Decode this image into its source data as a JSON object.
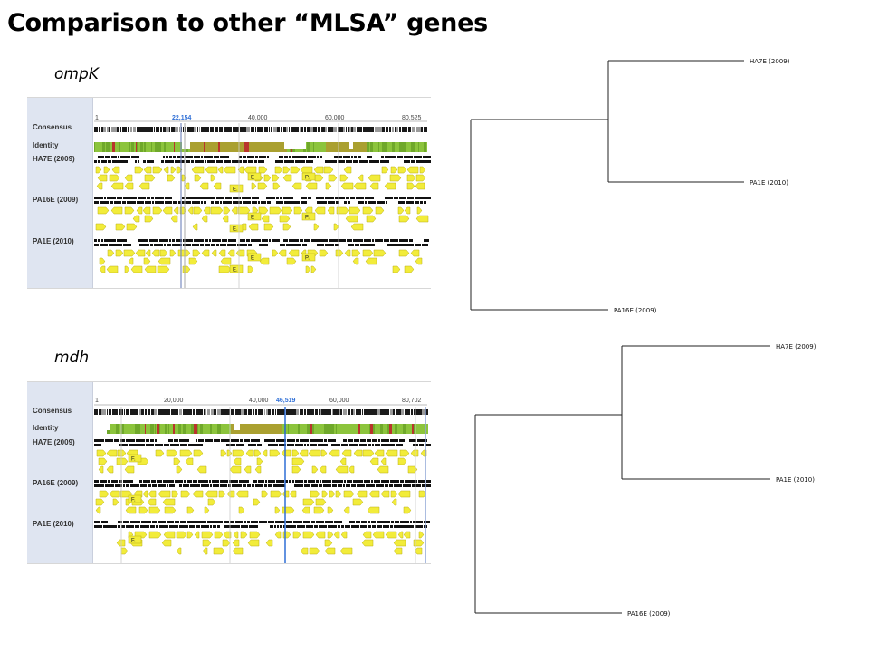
{
  "title": "Comparison to other “MLSA” genes",
  "colors": {
    "identity_green": "#8cc43c",
    "identity_olive": "#aaa030",
    "annotation_yellow": "#f2ec3a",
    "selection_blue": "#2f6fd6",
    "side_panel": "#dfe5f1"
  },
  "genes": [
    {
      "key": "ompk",
      "label": "ompK",
      "row_labels": [
        "Consensus",
        "Identity",
        "HA7E (2009)",
        "PA16E (2009)",
        "PA1E (2010)"
      ],
      "scale": {
        "start": "1",
        "ticks": [
          "40,000",
          "60,000"
        ],
        "highlight": "22,154",
        "end": "80,525"
      },
      "annotation_tags": [
        "E.",
        "E",
        "P."
      ],
      "tree": {
        "tips": [
          "HA7E (2009)",
          "PA1E (2010)",
          "PA16E (2009)"
        ],
        "topology": "((HA7E (2009), PA1E (2010)), PA16E (2009))"
      }
    },
    {
      "key": "mdh",
      "label": "mdh",
      "row_labels": [
        "Consensus",
        "Identity",
        "HA7E (2009)",
        "PA16E (2009)",
        "PA1E (2010)"
      ],
      "scale": {
        "start": "1",
        "ticks": [
          "20,000",
          "40,000",
          "60,000"
        ],
        "highlight": "46,519",
        "end": "80,702"
      },
      "annotation_tags": [
        "F.",
        "F.",
        "F."
      ],
      "tree": {
        "tips": [
          "HA7E (2009)",
          "PA1E (2010)",
          "PA16E (2009)"
        ],
        "topology": "((HA7E (2009), PA1E (2010)), PA16E (2009))"
      }
    }
  ]
}
